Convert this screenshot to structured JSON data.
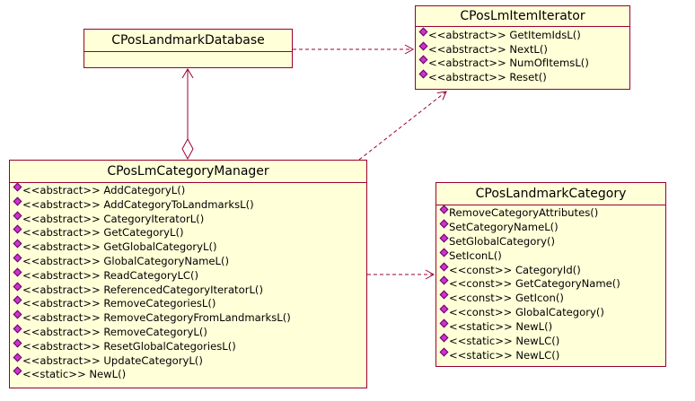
{
  "classes": {
    "database": {
      "name": "CPosLandmarkDatabase",
      "operations": []
    },
    "iterator": {
      "name": "CPosLmItemIterator",
      "operations": [
        "<<abstract>> GetItemIdsL()",
        "<<abstract>> NextL()",
        "<<abstract>> NumOfItemsL()",
        "<<abstract>> Reset()"
      ]
    },
    "manager": {
      "name": "CPosLmCategoryManager",
      "operations": [
        "<<abstract>> AddCategoryL()",
        "<<abstract>> AddCategoryToLandmarksL()",
        "<<abstract>> CategoryIteratorL()",
        "<<abstract>> GetCategoryL()",
        "<<abstract>> GetGlobalCategoryL()",
        "<<abstract>> GlobalCategoryNameL()",
        "<<abstract>> ReadCategoryLC()",
        "<<abstract>> ReferencedCategoryIteratorL()",
        "<<abstract>> RemoveCategoriesL()",
        "<<abstract>> RemoveCategoryFromLandmarksL()",
        "<<abstract>> RemoveCategoryL()",
        "<<abstract>> ResetGlobalCategoriesL()",
        "<<abstract>> UpdateCategoryL()",
        "<<static>> NewL()"
      ]
    },
    "category": {
      "name": "CPosLandmarkCategory",
      "operations": [
        "RemoveCategoryAttributes()",
        "SetCategoryNameL()",
        "SetGlobalCategory()",
        "SetIconL()",
        "<<const>> CategoryId()",
        "<<const>> GetCategoryName()",
        "<<const>> GetIcon()",
        "<<const>> GlobalCategory()",
        "<<static>> NewL()",
        "<<static>> NewLC()",
        "<<static>> NewLC()"
      ]
    }
  },
  "colors": {
    "class_fill": "#ffffd8",
    "class_border": "#990033",
    "operation_icon": "#cc33cc",
    "connector": "#990033"
  }
}
